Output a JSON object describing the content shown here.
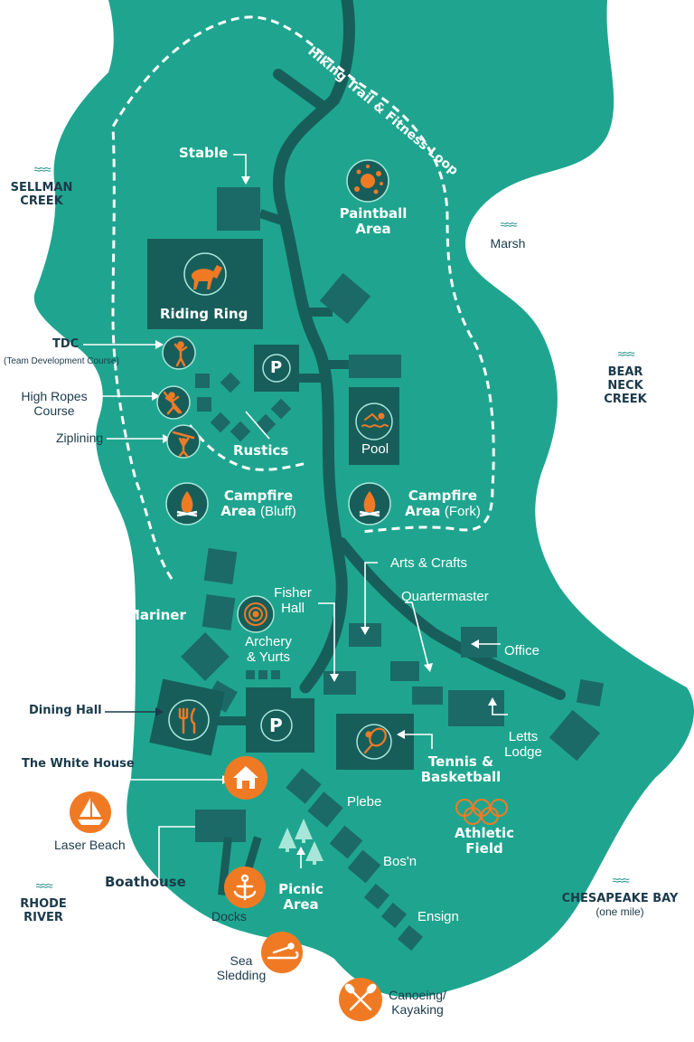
{
  "map_title": "Hiking Trail & Fitness Loop",
  "colors": {
    "land": "#1fa58f",
    "dark": "#175e5b",
    "building": "#1b6a68",
    "orange": "#f07a24",
    "navy": "#1b3a4b",
    "trail": "#ffffff"
  },
  "water_bodies": {
    "sellman": "SELLMAN\nCREEK",
    "marsh": "Marsh",
    "bear_neck": "BEAR\nNECK\nCREEK",
    "rhode": "RHODE\nRIVER",
    "chesapeake": "CHESAPEAKE BAY",
    "chesapeake_note": "(one mile)"
  },
  "labels": {
    "stable": "Stable",
    "paintball": "Paintball\nArea",
    "riding_ring": "Riding Ring",
    "tdc": "TDC",
    "tdc_note": "(Team Development Course)",
    "high_ropes": "High Ropes\nCourse",
    "ziplining": "Ziplining",
    "rustics": "Rustics",
    "pool": "Pool",
    "campfire_bluff": "Campfire",
    "campfire_bluff_2": "Area",
    "campfire_bluff_sub": "(Bluff)",
    "campfire_fork": "Campfire",
    "campfire_fork_2": "Area",
    "campfire_fork_sub": "(Fork)",
    "arts_crafts": "Arts & Crafts",
    "fisher_hall": "Fisher\nHall",
    "quartermaster": "Quartermaster",
    "mariner": "Mariner",
    "archery": "Archery\n& Yurts",
    "office": "Office",
    "dining_hall": "Dining Hall",
    "letts_lodge": "Letts\nLodge",
    "tennis": "Tennis &\nBasketball",
    "white_house": "The White House",
    "laser_beach": "Laser Beach",
    "plebe": "Plebe",
    "athletic_field": "Athletic\nField",
    "boathouse": "Boathouse",
    "bosn": "Bos'n",
    "docks": "Docks",
    "picnic": "Picnic\nArea",
    "ensign": "Ensign",
    "sea_sledding": "Sea\nSledding",
    "canoeing": "Canoeing/\nKayaking"
  },
  "parking_symbol": "P",
  "icons": [
    "horse-icon",
    "paintball-splat-icon",
    "climber-icon",
    "swimmer-icon",
    "campfire-icon",
    "archery-target-icon",
    "fork-knife-icon",
    "tennis-icon",
    "house-icon",
    "sailboat-icon",
    "anchor-icon",
    "sled-icon",
    "paddle-icon",
    "tree-icon"
  ]
}
